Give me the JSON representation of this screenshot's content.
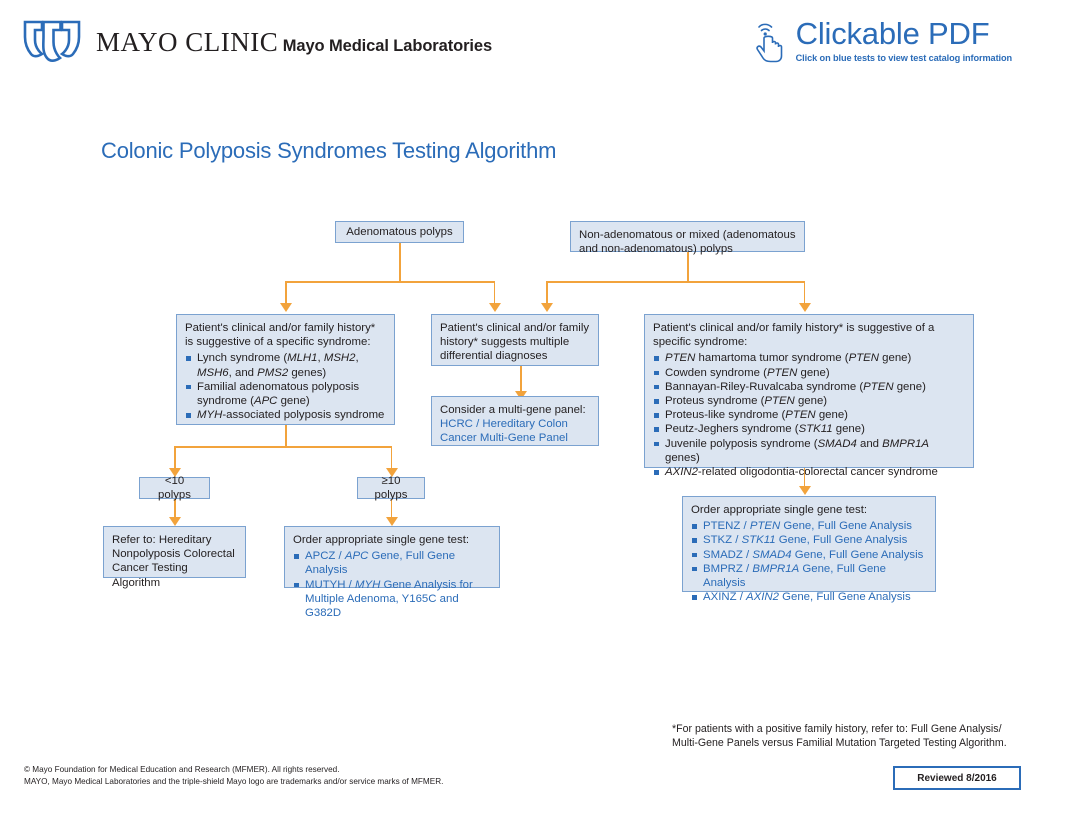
{
  "header": {
    "logo_title": "MAYO CLINIC",
    "logo_subtitle": "Mayo Medical Laboratories",
    "clickable_title": "Clickable PDF",
    "clickable_subtitle": "Click on blue tests to view test catalog information"
  },
  "page_title": "Colonic Polyposis Syndromes Testing Algorithm",
  "nodes": {
    "adenomatous": "Adenomatous polyps",
    "non_adenomatous": "Non-adenomatous or mixed (adenomatous and non-adenomatous) polyps",
    "left_history_header": "Patient's clinical and/or family history* is suggestive of a specific syndrome:",
    "left_history_items": [
      "Lynch syndrome (MLH1, MSH2, MSH6, and PMS2 genes)",
      "Familial adenomatous polyposis syndrome (APC gene)",
      "MYH-associated polyposis syndrome"
    ],
    "middle_history": "Patient's clinical and/or family history* suggests multiple differential diagnoses",
    "multigene_header": "Consider a multi-gene panel:",
    "multigene_test": "HCRC / Hereditary Colon Cancer Multi-Gene Panel",
    "right_history_header": "Patient's clinical and/or family history* is suggestive of a specific syndrome:",
    "right_history_items": [
      "PTEN hamartoma tumor syndrome (PTEN gene)",
      "Cowden syndrome (PTEN gene)",
      "Bannayan-Riley-Ruvalcaba syndrome (PTEN gene)",
      "Proteus syndrome (PTEN gene)",
      "Proteus-like syndrome (PTEN gene)",
      "Peutz-Jeghers syndrome (STK11 gene)",
      "Juvenile polyposis syndrome (SMAD4 and BMPR1A genes)",
      "AXIN2-related oligodontia-colorectal cancer syndrome"
    ],
    "polyps_lt10": "<10 polyps",
    "polyps_ge10": "≥10 polyps",
    "refer_to": "Refer to: Hereditary Nonpolyposis Colorectal Cancer Testing Algorithm",
    "single_gene_left_header": "Order appropriate single gene test:",
    "single_gene_left_items": [
      "APCZ / APC Gene, Full Gene Analysis",
      "MUTYH / MYH Gene Analysis for Multiple Adenoma, Y165C and G382D"
    ],
    "single_gene_right_header": "Order appropriate single gene test:",
    "single_gene_right_items": [
      "PTENZ / PTEN Gene, Full Gene Analysis",
      "STKZ / STK11 Gene, Full Gene Analysis",
      "SMADZ / SMAD4 Gene, Full Gene Analysis",
      "BMPRZ / BMPR1A Gene, Full Gene Analysis",
      "AXINZ / AXIN2 Gene, Full Gene Analysis"
    ]
  },
  "footnote": "*For patients with a positive family history, refer to: Full Gene Analysis/ Multi-Gene Panels versus Familial Mutation Targeted Testing Algorithm.",
  "footnote_line1": "*For patients with a positive family history, refer to: Full Gene Analysis/",
  "footnote_line2": "Multi-Gene Panels versus Familial Mutation Targeted Testing Algorithm.",
  "copyright_line1": "© Mayo Foundation for Medical Education and Research (MFMER). All rights reserved.",
  "copyright_line2": "MAYO, Mayo Medical Laboratories and the triple-shield Mayo logo are trademarks and/or service marks of MFMER.",
  "reviewed": "Reviewed 8/2016",
  "colors": {
    "brand_blue": "#2b6cb8",
    "box_fill": "#dce5f1",
    "box_border": "#7ba2d0",
    "connector_orange": "#f2a33c"
  }
}
